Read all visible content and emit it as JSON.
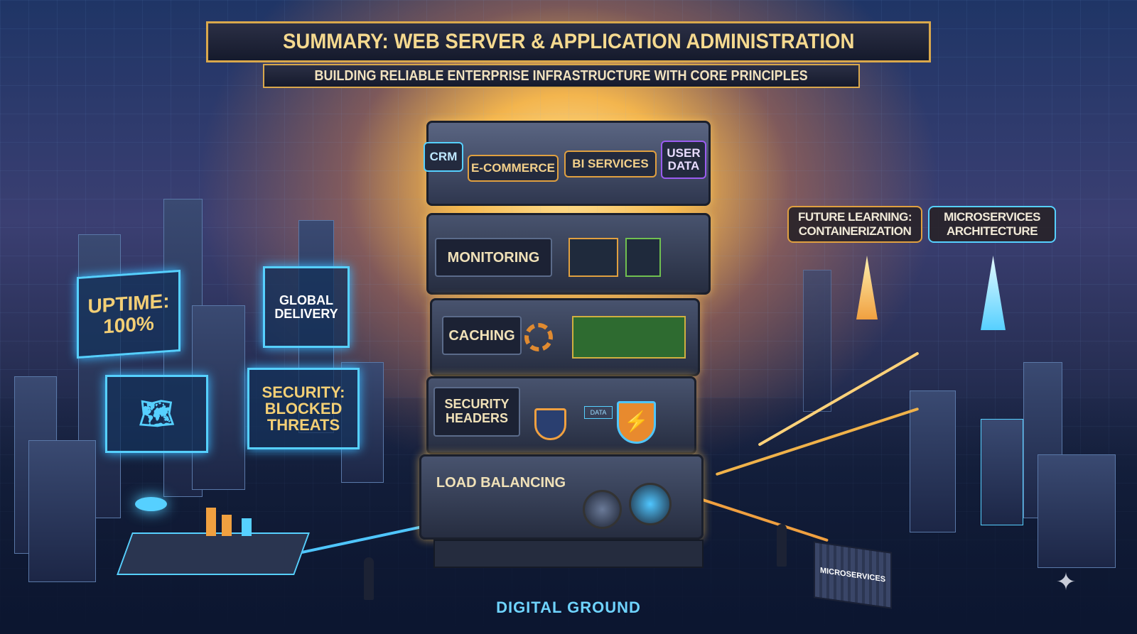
{
  "title": "SUMMARY: WEB SERVER & APPLICATION ADMINISTRATION",
  "subtitle": "BUILDING RELIABLE ENTERPRISE INFRASTRUCTURE WITH CORE PRINCIPLES",
  "tower": {
    "top_modules": [
      "CRM",
      "E-COMMERCE",
      "BI SERVICES",
      "USER DATA"
    ],
    "layers": [
      "MONITORING",
      "CACHING",
      "SECURITY HEADERS",
      "LOAD BALANCING"
    ],
    "data_tags": [
      "DATA"
    ]
  },
  "left_panels": {
    "uptime": "UPTIME: 100%",
    "global": "GLOBAL DELIVERY",
    "security": "SECURITY: BLOCKED THREATS"
  },
  "right_callouts": {
    "future": "FUTURE LEARNING: CONTAINERIZATION",
    "micro": "MICROSERVICES ARCHITECTURE"
  },
  "container_label": "MICROSERVICES",
  "ground_label": "DIGITAL GROUND",
  "colors": {
    "gold": "#d9a84c",
    "cyan": "#56d0ff",
    "purple": "#9a5cf0"
  }
}
